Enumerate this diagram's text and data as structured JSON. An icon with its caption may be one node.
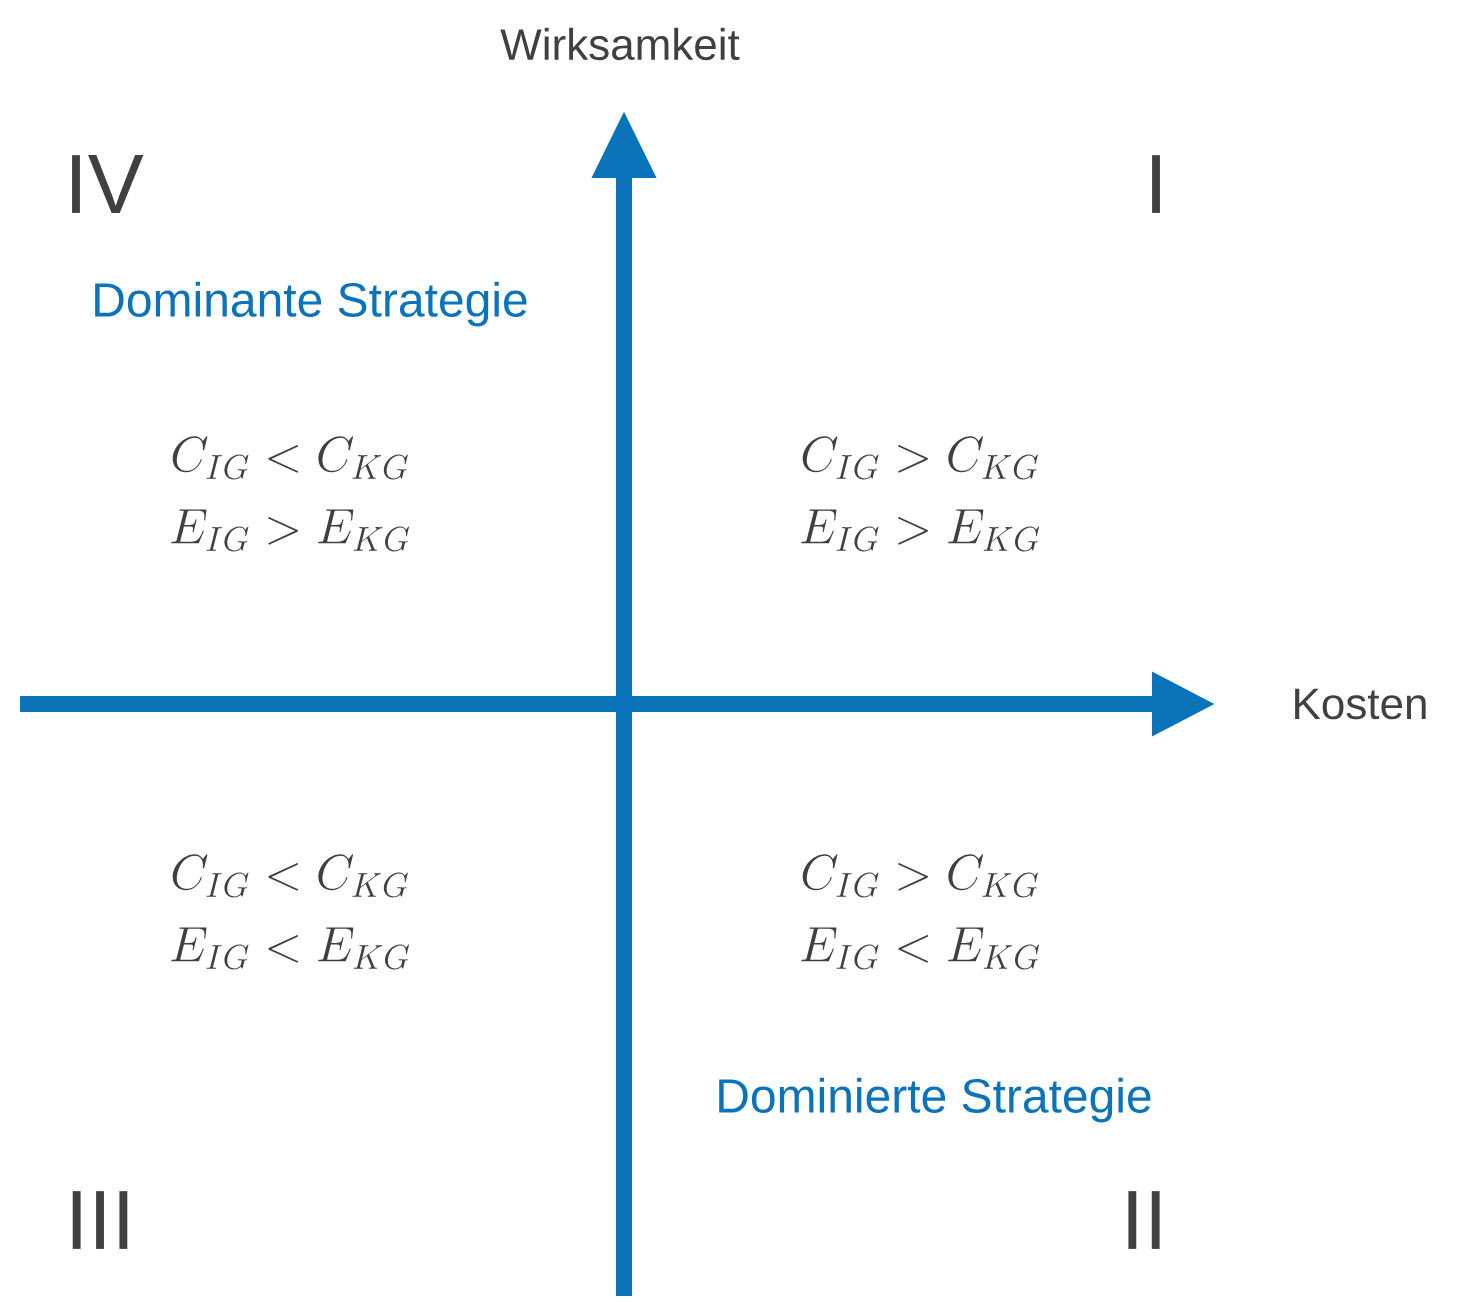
{
  "diagram": {
    "labels": [
      "Wirksamkeit",
      "IV",
      "I",
      "Dominante Strategie",
      "C_{IG} < C_{KG}",
      "E_{IG} > E_{KG}",
      "C_{IG} > C_{KG}",
      "E_{IG} > E_{KG}",
      "Kosten",
      "C_{IG} < C_{KG}",
      "E_{IG} < E_{KG}",
      "C_{IG} > C_{KG}",
      "E_{IG} < E_{KG}",
      "Dominierte Strategie",
      "III",
      "II"
    ]
  }
}
